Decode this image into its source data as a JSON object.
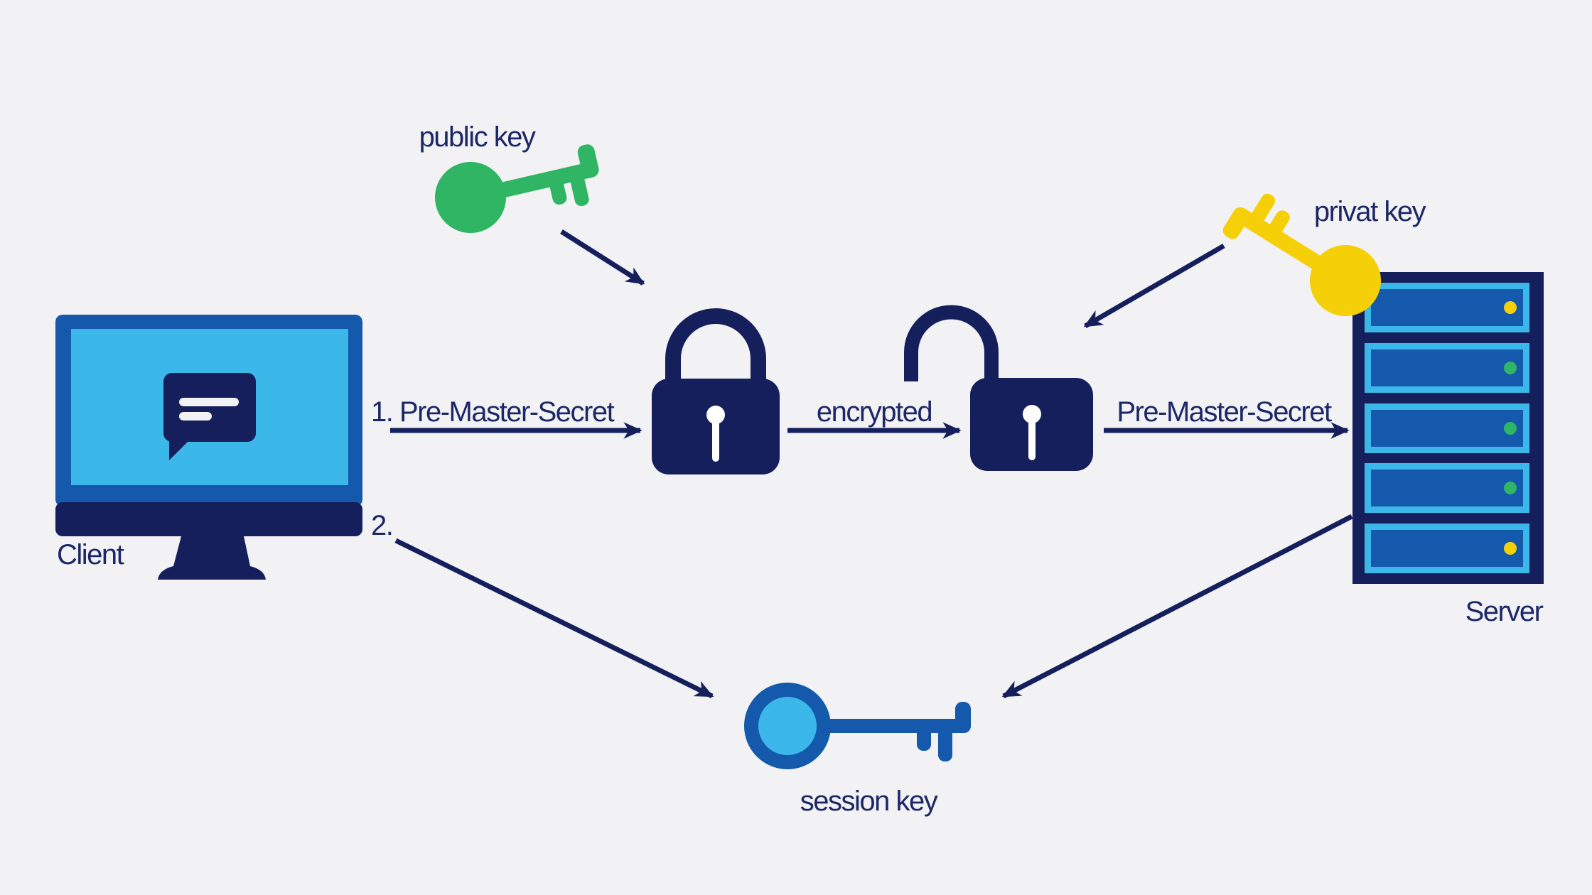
{
  "colors": {
    "background": "#F2F2F4",
    "navy": "#141F5C",
    "ink": "#1C2766",
    "blue": "#1459AB",
    "cyan": "#3BB7E9",
    "green": "#2FB563",
    "yellow": "#F5D008",
    "white": "#FFFFFF"
  },
  "nodes": {
    "client": {
      "label": "Client"
    },
    "server": {
      "label": "Server"
    },
    "public_key": {
      "label": "public key"
    },
    "privat_key": {
      "label": "privat key"
    },
    "session_key": {
      "label": "session key"
    }
  },
  "flows": {
    "step1": {
      "number_and_text": "1. Pre-Master-Secret"
    },
    "encrypted": {
      "label": "encrypted"
    },
    "to_server": {
      "label": "Pre-Master-Secret"
    },
    "step2": {
      "number": "2."
    }
  },
  "server_leds": [
    "yellow",
    "green",
    "green",
    "green",
    "yellow"
  ]
}
